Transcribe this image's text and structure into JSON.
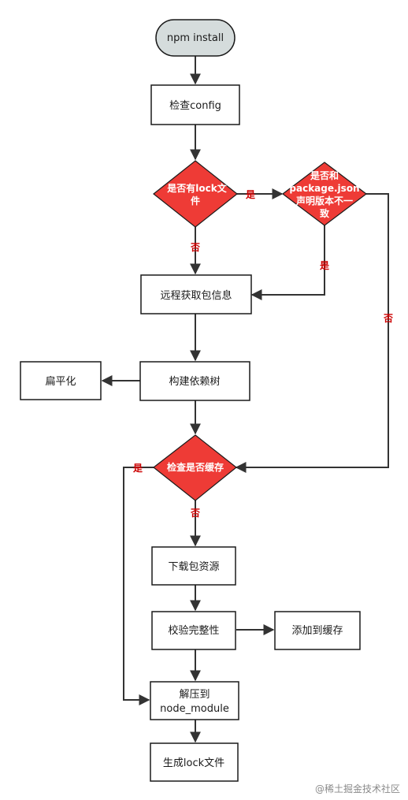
{
  "nodes": {
    "start": "npm install",
    "check_config": "检查config",
    "lock_check": [
      "是否有lock文",
      "件"
    ],
    "version_check": [
      "是否和",
      "package.json",
      "声明版本不一",
      "致"
    ],
    "fetch_remote": "远程获取包信息",
    "build_tree": "构建依赖树",
    "flatten": "扁平化",
    "cache_check": "检查是否缓存",
    "download": "下载包资源",
    "verify": "校验完整性",
    "add_cache": "添加到缓存",
    "extract": [
      "解压到",
      "node_module"
    ],
    "gen_lock": "生成lock文件"
  },
  "labels": {
    "yes": "是",
    "no": "否"
  },
  "watermark": "@稀土掘金技术社区",
  "colors": {
    "decision": "#ee3b36",
    "terminal": "#d5dcdc",
    "edge_label": "#cc0000"
  }
}
